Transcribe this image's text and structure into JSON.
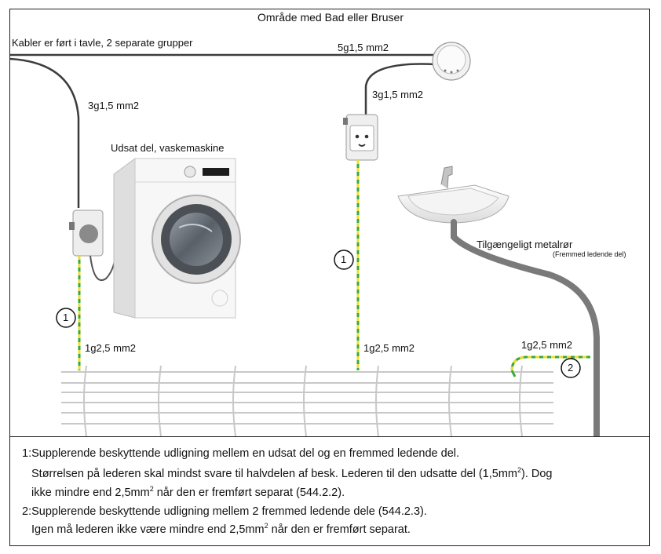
{
  "title": "Område med Bad eller Bruser",
  "labels": {
    "cables": "Kabler er ført i tavle, 2 separate grupper",
    "top_cable": "5g1,5 mm2",
    "left_cable": "3g1,5 mm2",
    "mid_cable": "3g1,5 mm2",
    "washer": "Udsat del, vaskemaskine",
    "metal_pipe": "Tilgængeligt metalrør",
    "metal_pipe_note": "(Fremmed ledende del)",
    "left_bond": "1g2,5 mm2",
    "mid_bond": "1g2,5 mm2",
    "right_bond": "1g2,5 mm2",
    "marker_left": "1",
    "marker_mid": "1",
    "marker_right": "2"
  },
  "notes": {
    "line1": "1:Supplerende beskyttende udligning mellem en udsat del og en fremmed ledende del.",
    "line2_a": "Størrelsen på lederen skal mindst svare til halvdelen af besk. Lederen til den udsatte del (1,5mm",
    "line2_sup": "2",
    "line2_b": "). Dog",
    "line3_a": "ikke mindre end 2,5mm",
    "line3_sup": "2",
    "line3_b": " når den er fremført separat (544.2.2).",
    "line4": "2:Supplerende beskyttende udligning mellem 2 fremmed ledende dele (544.2.3).",
    "line5_a": "Igen må lederen ikke være mindre end 2,5mm",
    "line5_sup": "2",
    "line5_b": " når den er fremført separat."
  },
  "colors": {
    "cable": "#3c3c3c",
    "earth_green": "#3aa83a",
    "earth_yellow": "#e8e030",
    "pipe": "#7a7a7a",
    "mesh": "#c8c8c8"
  }
}
